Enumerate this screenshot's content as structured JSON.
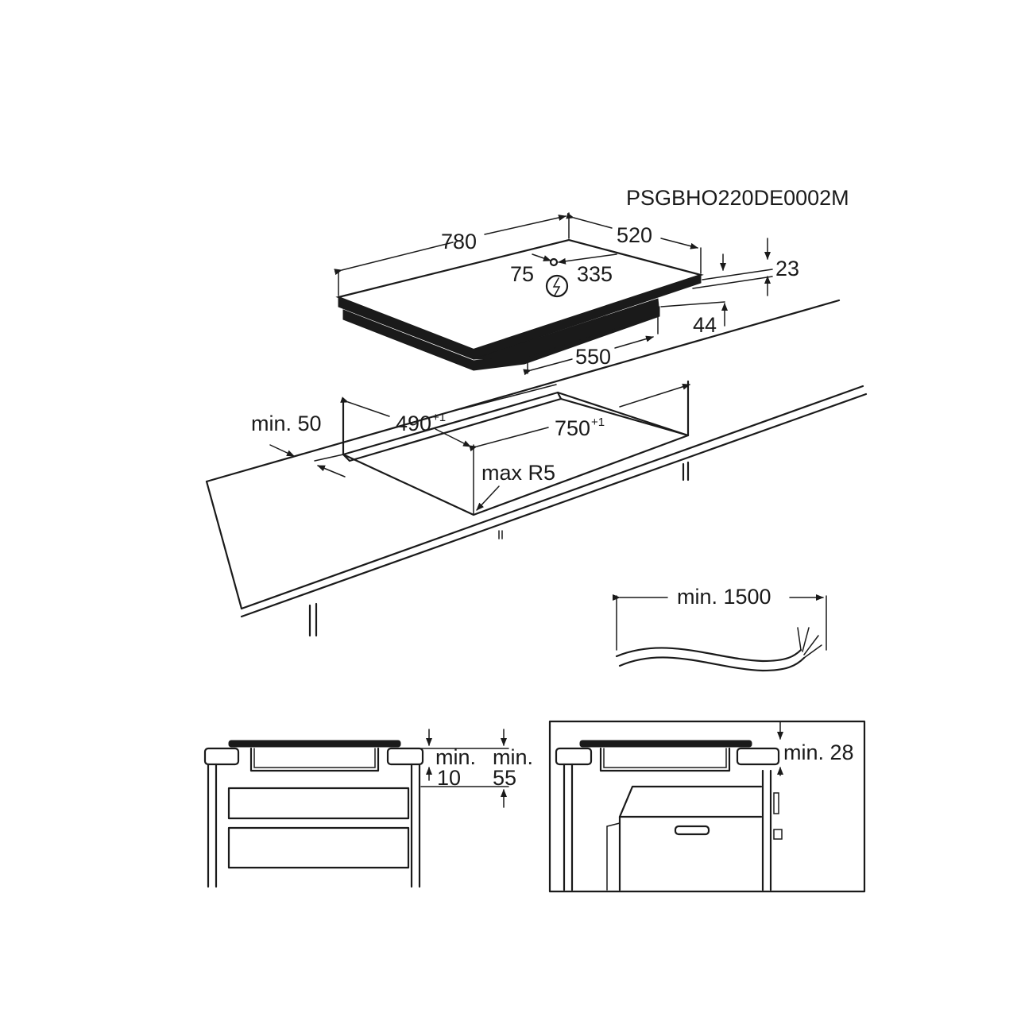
{
  "diagram": {
    "code": "PSGBHO220DE0002M",
    "dims": {
      "width_780": "780",
      "depth_520": "520",
      "socket_75": "75",
      "socket_335": "335",
      "thickness_23": "23",
      "height_44": "44",
      "box_550": "550",
      "min_50": "min. 50",
      "cut_490": "490",
      "cut_490_tol": "+1",
      "cut_750": "750",
      "cut_750_tol": "+1",
      "radius": "max R5",
      "cable_len": "min. 1500",
      "min_a": "min.",
      "min_a_val": "10",
      "min_b": "min.",
      "min_b_val": "55",
      "min_28": "min. 28"
    }
  }
}
